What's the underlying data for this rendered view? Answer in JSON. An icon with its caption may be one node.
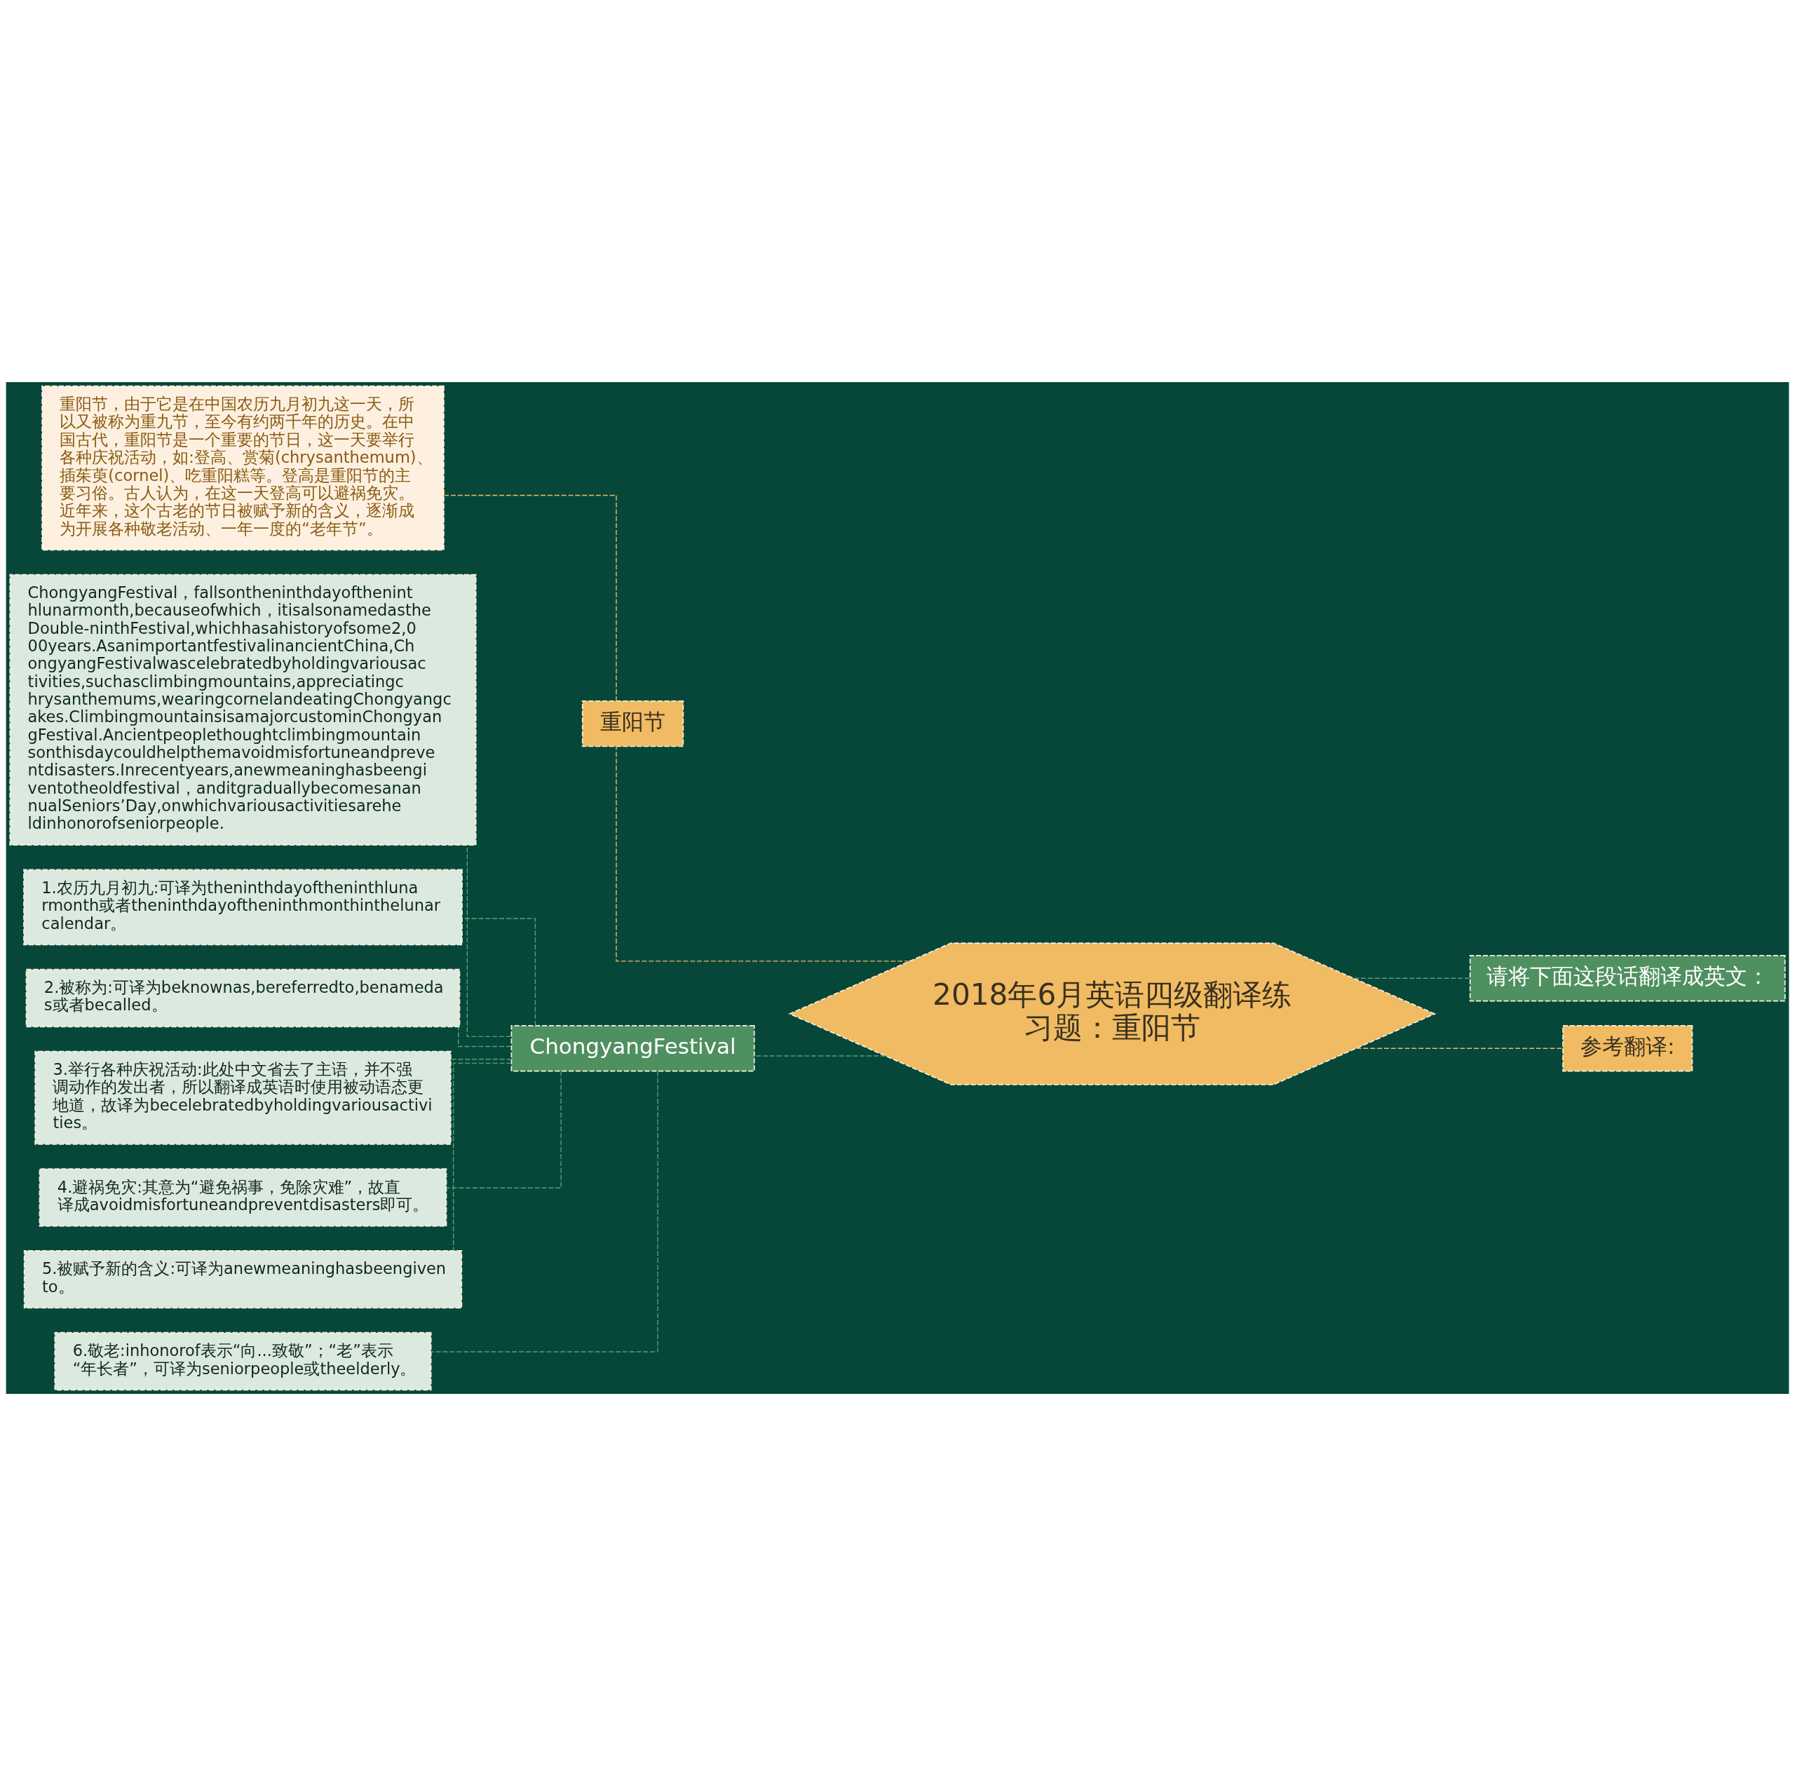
{
  "diagram": {
    "nodes": [
      {
        "text": [
          "2018年6月英语四级翻译练习题：重阳节"
        ]
      },
      {
        "text": [
          "请将下面这段话翻译成英文："
        ]
      },
      {
        "text": [
          "参考翻译:"
        ]
      },
      {
        "text": [
          "重阳节"
        ]
      },
      {
        "text": [
          "重阳节，由于它是在中国农历九月初九这一天，所以又被称为重九节，至今有约两千年的历史。在中国古代，重阳节是一个重要的节日，这一天要举行各种庆祝活动，如:登高、赏菊(chrysanthemum)、插茱萸(cornel)、吃重阳糕等。登高是重阳节的主要习俗。古人认为，在这一天登高可以避祸免灾。近年来，这个古老的节日被赋予新的含义，逐渐成为开展各种敬老活动、一年一度的“老年节”。"
        ]
      },
      {
        "text": [
          "ChongyangFestival"
        ]
      },
      {
        "text": [
          "ChongyangFestival，fallsontheninthdayoftheninthlunarmonth,becauseofwhich，itisalsonamedastheDouble-ninthFestival,whichhasahistoryofsome2,000years.AsanimportantfestivalinancientChina,ChongyangFestivalwascelebratedbyholdingvariousactivities,suchasclimbingmountains,appreciatingchrysanthemums,wearingcornelandeatingChongyangcakes.ClimbingmountainsisamajorcustominChongyangFestival.Ancientpeoplethoughtclimbingmountainsonthisdaycouldhelpthemavoidmisfortuneandpreventdisasters.Inrecentyears,anewmeaninghasbeengiventotheoldfestival，anditgraduallybecomesanannualSeniors’Day,onwhichvariousactivitiesareheldinhonorofseniorpeople."
        ]
      },
      {
        "text": [
          "1.农历九月初九:可译为theninthdayoftheninthlunarmonth或者theninthdayoftheninthmonthinthelunarcalendar。"
        ]
      },
      {
        "text": [
          "2.被称为:可译为beknownas,bereferredto,benamedas或者becalled。"
        ]
      },
      {
        "text": [
          "3.举行各种庆祝活动:此处中文省去了主语，并不强调动作的发出者，所以翻译成英语时使用被动语态更地道，故译为becelebratedbyholdingvariousactivities。"
        ]
      },
      {
        "text": [
          "4.避祸免灾:其意为“避免祸事，免除灾难”，故直译成avoidmisfortuneandpreventdisasters即可。"
        ]
      },
      {
        "text": [
          "5.被赋予新的含义:可译为anewmeaninghasbeengivento。"
        ]
      },
      {
        "text": [
          "6.敬老:inhonorof表示“向...致敬”；“老”表示“年长者”，可译为seniorpeople或theelderly。"
        ]
      }
    ],
    "edges": [
      {
        "from": 0,
        "to": 1,
        "arrow": "none",
        "style": "dashed"
      },
      {
        "from": 0,
        "to": 2,
        "arrow": "none",
        "style": "dashed",
        "color": "#f0bb62"
      },
      {
        "from": 0,
        "to": 3,
        "arrow": "none",
        "style": "dashed",
        "color": "#f0bb62"
      },
      {
        "from": 3,
        "to": 4,
        "arrow": "none",
        "style": "dashed",
        "color": "#f0bb62"
      },
      {
        "from": 0,
        "to": 5,
        "arrow": "none",
        "style": "dashed"
      },
      {
        "from": 5,
        "to": 6,
        "arrow": "none",
        "style": "dashed"
      },
      {
        "from": 5,
        "to": 7,
        "arrow": "none",
        "style": "dashed"
      },
      {
        "from": 5,
        "to": 8,
        "arrow": "none",
        "style": "dashed"
      },
      {
        "from": 5,
        "to": 9,
        "arrow": "none",
        "style": "dashed"
      },
      {
        "from": 5,
        "to": 10,
        "arrow": "none",
        "style": "dashed"
      },
      {
        "from": 5,
        "to": 11,
        "arrow": "none",
        "style": "dashed"
      },
      {
        "from": 5,
        "to": 12,
        "arrow": "none",
        "style": "dashed"
      }
    ]
  }
}
